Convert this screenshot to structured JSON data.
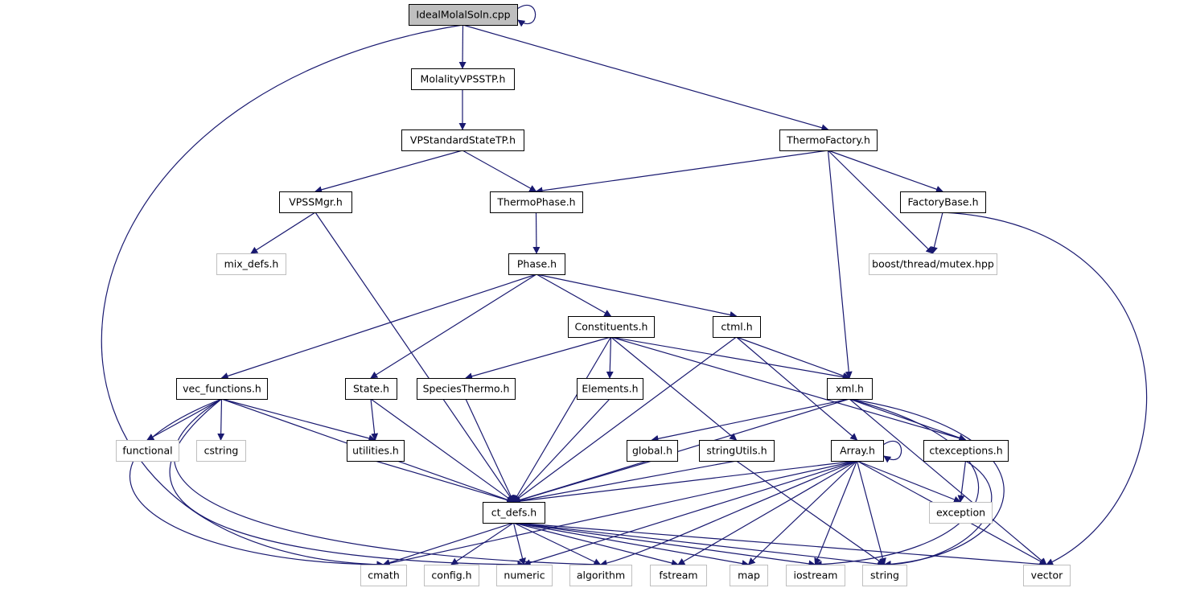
{
  "colors": {
    "edge": "#191970",
    "node_border": "#000000",
    "external_border": "#bfbfbf",
    "focus_fill": "#bfbfbf",
    "node_fill": "#ffffff"
  },
  "graph": {
    "nodes": [
      {
        "id": "IdealMolalSoln_cpp",
        "label": "IdealMolalSoln.cpp",
        "kind": "focus"
      },
      {
        "id": "MolalityVPSSTP_h",
        "label": "MolalityVPSSTP.h",
        "kind": "internal"
      },
      {
        "id": "VPStandardStateTP_h",
        "label": "VPStandardStateTP.h",
        "kind": "internal"
      },
      {
        "id": "ThermoFactory_h",
        "label": "ThermoFactory.h",
        "kind": "internal"
      },
      {
        "id": "VPSSMgr_h",
        "label": "VPSSMgr.h",
        "kind": "internal"
      },
      {
        "id": "ThermoPhase_h",
        "label": "ThermoPhase.h",
        "kind": "internal"
      },
      {
        "id": "FactoryBase_h",
        "label": "FactoryBase.h",
        "kind": "internal"
      },
      {
        "id": "mix_defs_h",
        "label": "mix_defs.h",
        "kind": "external"
      },
      {
        "id": "Phase_h",
        "label": "Phase.h",
        "kind": "internal"
      },
      {
        "id": "boost_mutex",
        "label": "boost/thread/mutex.hpp",
        "kind": "external"
      },
      {
        "id": "Constituents_h",
        "label": "Constituents.h",
        "kind": "internal"
      },
      {
        "id": "ctml_h",
        "label": "ctml.h",
        "kind": "internal"
      },
      {
        "id": "vec_functions_h",
        "label": "vec_functions.h",
        "kind": "internal"
      },
      {
        "id": "State_h",
        "label": "State.h",
        "kind": "internal"
      },
      {
        "id": "SpeciesThermo_h",
        "label": "SpeciesThermo.h",
        "kind": "internal"
      },
      {
        "id": "Elements_h",
        "label": "Elements.h",
        "kind": "internal"
      },
      {
        "id": "xml_h",
        "label": "xml.h",
        "kind": "internal"
      },
      {
        "id": "functional",
        "label": "functional",
        "kind": "external"
      },
      {
        "id": "cstring",
        "label": "cstring",
        "kind": "external"
      },
      {
        "id": "utilities_h",
        "label": "utilities.h",
        "kind": "internal"
      },
      {
        "id": "global_h",
        "label": "global.h",
        "kind": "internal"
      },
      {
        "id": "stringUtils_h",
        "label": "stringUtils.h",
        "kind": "internal"
      },
      {
        "id": "Array_h",
        "label": "Array.h",
        "kind": "internal"
      },
      {
        "id": "ctexceptions_h",
        "label": "ctexceptions.h",
        "kind": "internal"
      },
      {
        "id": "ct_defs_h",
        "label": "ct_defs.h",
        "kind": "internal"
      },
      {
        "id": "exception",
        "label": "exception",
        "kind": "external"
      },
      {
        "id": "cmath",
        "label": "cmath",
        "kind": "external"
      },
      {
        "id": "config_h",
        "label": "config.h",
        "kind": "external"
      },
      {
        "id": "numeric",
        "label": "numeric",
        "kind": "external"
      },
      {
        "id": "algorithm",
        "label": "algorithm",
        "kind": "external"
      },
      {
        "id": "fstream",
        "label": "fstream",
        "kind": "external"
      },
      {
        "id": "map",
        "label": "map",
        "kind": "external"
      },
      {
        "id": "iostream",
        "label": "iostream",
        "kind": "external"
      },
      {
        "id": "string",
        "label": "string",
        "kind": "external"
      },
      {
        "id": "vector",
        "label": "vector",
        "kind": "external"
      }
    ],
    "edges": [
      [
        "IdealMolalSoln_cpp",
        "IdealMolalSoln_cpp"
      ],
      [
        "IdealMolalSoln_cpp",
        "MolalityVPSSTP_h"
      ],
      [
        "IdealMolalSoln_cpp",
        "ThermoFactory_h"
      ],
      [
        "IdealMolalSoln_cpp",
        "cmath"
      ],
      [
        "MolalityVPSSTP_h",
        "VPStandardStateTP_h"
      ],
      [
        "VPStandardStateTP_h",
        "VPSSMgr_h"
      ],
      [
        "VPStandardStateTP_h",
        "ThermoPhase_h"
      ],
      [
        "ThermoFactory_h",
        "ThermoPhase_h"
      ],
      [
        "ThermoFactory_h",
        "FactoryBase_h"
      ],
      [
        "ThermoFactory_h",
        "boost_mutex"
      ],
      [
        "ThermoFactory_h",
        "xml_h"
      ],
      [
        "FactoryBase_h",
        "boost_mutex"
      ],
      [
        "FactoryBase_h",
        "vector"
      ],
      [
        "VPSSMgr_h",
        "mix_defs_h"
      ],
      [
        "VPSSMgr_h",
        "ct_defs_h"
      ],
      [
        "ThermoPhase_h",
        "Phase_h"
      ],
      [
        "Phase_h",
        "vec_functions_h"
      ],
      [
        "Phase_h",
        "State_h"
      ],
      [
        "Phase_h",
        "Constituents_h"
      ],
      [
        "Phase_h",
        "ctml_h"
      ],
      [
        "Constituents_h",
        "SpeciesThermo_h"
      ],
      [
        "Constituents_h",
        "Elements_h"
      ],
      [
        "Constituents_h",
        "ct_defs_h"
      ],
      [
        "Constituents_h",
        "stringUtils_h"
      ],
      [
        "Constituents_h",
        "xml_h"
      ],
      [
        "Constituents_h",
        "ctexceptions_h"
      ],
      [
        "ctml_h",
        "xml_h"
      ],
      [
        "ctml_h",
        "Array_h"
      ],
      [
        "ctml_h",
        "ct_defs_h"
      ],
      [
        "vec_functions_h",
        "functional"
      ],
      [
        "vec_functions_h",
        "cstring"
      ],
      [
        "vec_functions_h",
        "utilities_h"
      ],
      [
        "vec_functions_h",
        "ct_defs_h"
      ],
      [
        "vec_functions_h",
        "cmath"
      ],
      [
        "vec_functions_h",
        "numeric"
      ],
      [
        "vec_functions_h",
        "algorithm"
      ],
      [
        "State_h",
        "utilities_h"
      ],
      [
        "State_h",
        "ct_defs_h"
      ],
      [
        "SpeciesThermo_h",
        "ct_defs_h"
      ],
      [
        "Elements_h",
        "ct_defs_h"
      ],
      [
        "xml_h",
        "global_h"
      ],
      [
        "xml_h",
        "ctexceptions_h"
      ],
      [
        "xml_h",
        "ct_defs_h"
      ],
      [
        "xml_h",
        "iostream"
      ],
      [
        "xml_h",
        "string"
      ],
      [
        "xml_h",
        "vector"
      ],
      [
        "utilities_h",
        "ct_defs_h"
      ],
      [
        "global_h",
        "ct_defs_h"
      ],
      [
        "stringUtils_h",
        "ct_defs_h"
      ],
      [
        "stringUtils_h",
        "string"
      ],
      [
        "Array_h",
        "Array_h"
      ],
      [
        "Array_h",
        "ct_defs_h"
      ],
      [
        "Array_h",
        "exception"
      ],
      [
        "Array_h",
        "cmath"
      ],
      [
        "Array_h",
        "numeric"
      ],
      [
        "Array_h",
        "algorithm"
      ],
      [
        "Array_h",
        "fstream"
      ],
      [
        "Array_h",
        "map"
      ],
      [
        "Array_h",
        "iostream"
      ],
      [
        "Array_h",
        "string"
      ],
      [
        "Array_h",
        "vector"
      ],
      [
        "ctexceptions_h",
        "exception"
      ],
      [
        "ctexceptions_h",
        "string"
      ],
      [
        "ct_defs_h",
        "cmath"
      ],
      [
        "ct_defs_h",
        "config_h"
      ],
      [
        "ct_defs_h",
        "numeric"
      ],
      [
        "ct_defs_h",
        "algorithm"
      ],
      [
        "ct_defs_h",
        "fstream"
      ],
      [
        "ct_defs_h",
        "map"
      ],
      [
        "ct_defs_h",
        "iostream"
      ],
      [
        "ct_defs_h",
        "string"
      ],
      [
        "ct_defs_h",
        "vector"
      ]
    ]
  }
}
